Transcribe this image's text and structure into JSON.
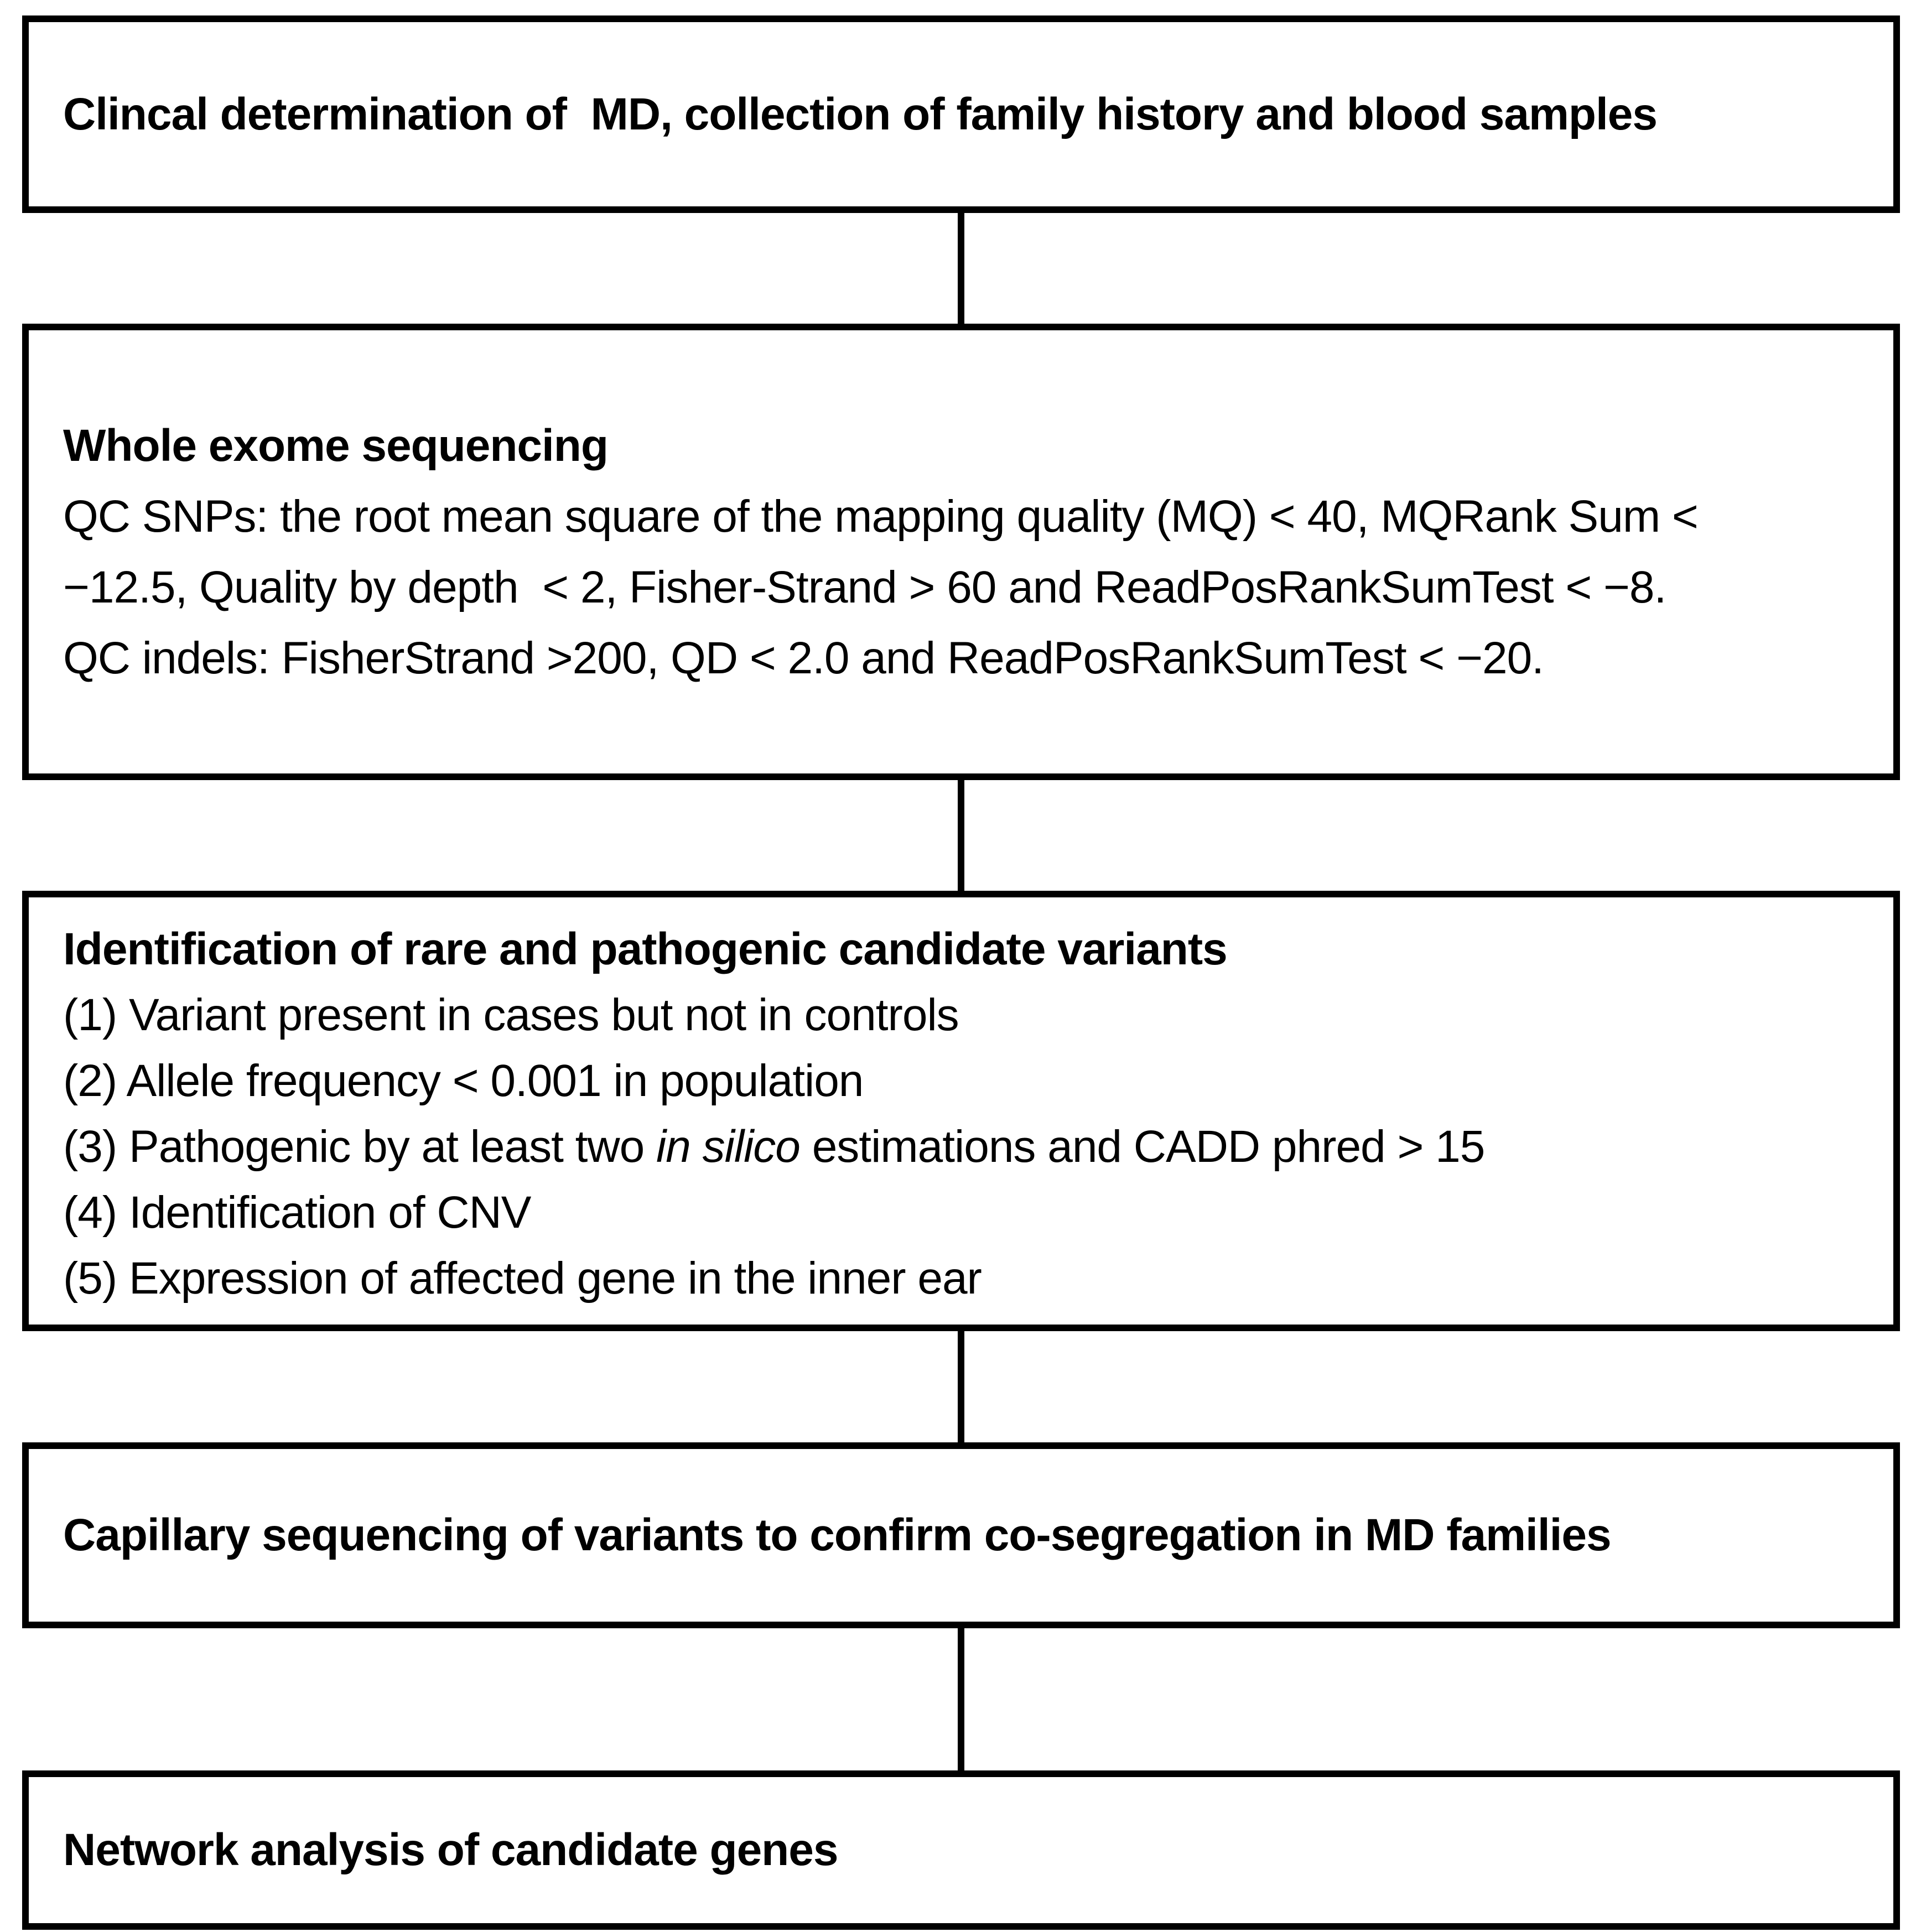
{
  "figure": {
    "type": "flowchart",
    "orientation": "vertical",
    "background_color": "#ffffff",
    "border_color": "#000000",
    "text_color": "#000000"
  },
  "boxes": [
    {
      "id": "clinical",
      "title": "Clincal determination of  MD, collection of family history and blood samples"
    },
    {
      "id": "wes",
      "title": "Whole exome sequencing",
      "lines": [
        "QC SNPs: the root mean square of the mapping quality (MQ) < 40, MQRank Sum <",
        "−12.5, Quality by depth  < 2, Fisher-Strand > 60 and ReadPosRankSumTest < −8.",
        "QC indels: FisherStrand >200, QD < 2.0 and ReadPosRankSumTest < −20."
      ]
    },
    {
      "id": "identification",
      "title": "Identification of rare and pathogenic candidate variants",
      "items": [
        "(1) Variant present in cases but not in controls",
        "(2) Allele frequency < 0.001 in population",
        {
          "prefix": "(3) Pathogenic by at least two ",
          "italic": "in silico",
          "suffix": " estimations and CADD phred > 15"
        },
        "(4) Identification of CNV",
        "(5) Expression of affected gene in the inner ear"
      ]
    },
    {
      "id": "capillary",
      "title": "Capillary sequencing of variants to confirm co-segregation in MD families"
    },
    {
      "id": "network",
      "title": "Network analysis of candidate genes"
    }
  ]
}
